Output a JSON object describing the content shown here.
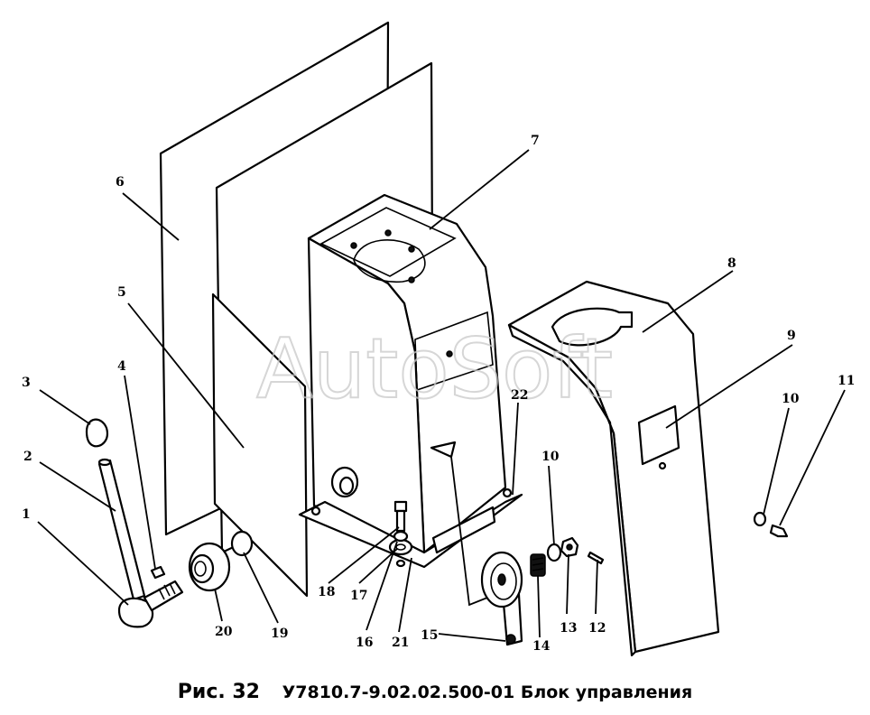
{
  "caption": {
    "figure": "Рис. 32",
    "text": "У7810.7-9.02.02.500-01  Блок управления"
  },
  "watermark": "AutoSoft",
  "callouts": [
    "1",
    "2",
    "3",
    "4",
    "5",
    "6",
    "7",
    "8",
    "9",
    "10",
    "11",
    "12",
    "13",
    "14",
    "15",
    "16",
    "17",
    "18",
    "19",
    "20",
    "21",
    "22",
    "10"
  ],
  "colors": {
    "ink": "#000000",
    "paper": "#ffffff",
    "watermark": "#c9c9c9"
  }
}
